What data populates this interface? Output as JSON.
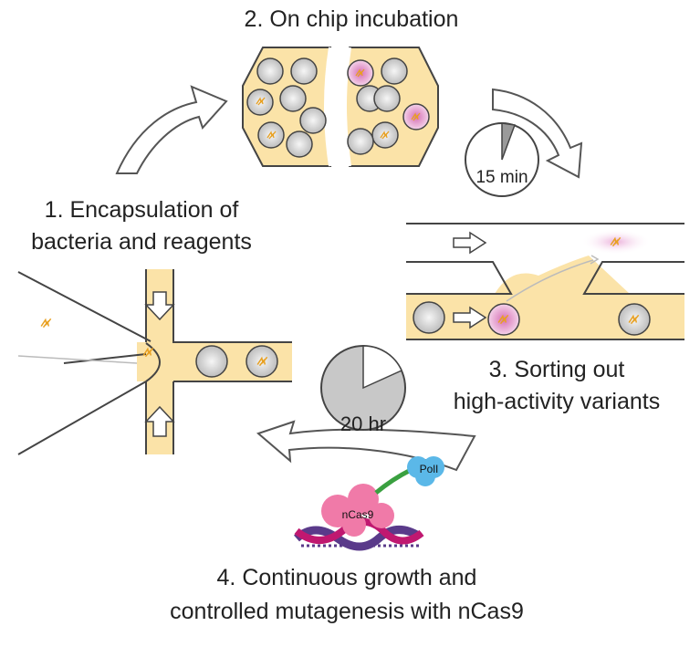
{
  "steps": {
    "step1": {
      "line1": "1. Encapsulation of",
      "line2": "bacteria and reagents"
    },
    "step2": {
      "title": "2. On chip incubation"
    },
    "step3": {
      "line1": "3. Sorting out",
      "line2": "high-activity variants"
    },
    "step4": {
      "line1": "4. Continuous growth and",
      "line2": "controlled mutagenesis with nCas9"
    }
  },
  "timers": {
    "incubation": "15 min",
    "growth": "20 hr"
  },
  "molecules": {
    "polymerase": "PolI",
    "cas9": "nCas9"
  },
  "colors": {
    "channel_fill": "#fbe3a8",
    "droplet_fill": "#d9d9d9",
    "active_droplet": "#e8a8d0",
    "bacteria": "#f0c040",
    "polymerase": "#5bb8e8",
    "cas9": "#f07aa8",
    "dna_purple": "#5a3a8a",
    "dna_magenta": "#c01870",
    "linker": "#3aa040"
  },
  "icons": [
    "cycle-arrow-icon",
    "clock-icon",
    "droplet-icon",
    "bacterium-icon",
    "dna-icon"
  ]
}
